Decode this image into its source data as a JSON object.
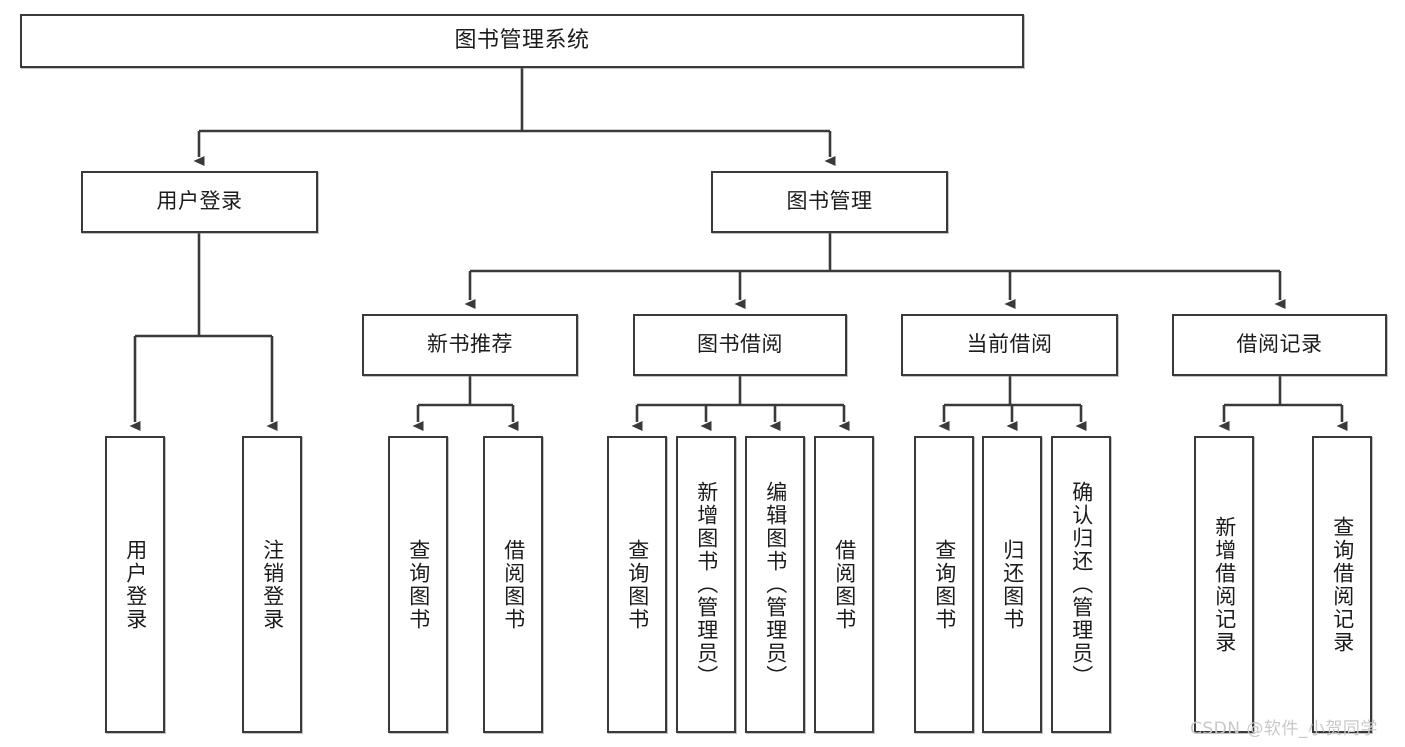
{
  "diagram": {
    "title": "图书管理系统",
    "watermark": "CSDN @软件_小贺同学",
    "stroke_color": "#3a3a3a",
    "background_color": "#ffffff",
    "text_color": "#1c1c1c",
    "watermark_color": "#c9c9c9"
  },
  "nodes": {
    "root": {
      "label": "图书管理系统"
    },
    "level1": [
      {
        "label": "用户登录"
      },
      {
        "label": "图书管理"
      }
    ],
    "level2": [
      {
        "label": "新书推荐"
      },
      {
        "label": "图书借阅"
      },
      {
        "label": "当前借阅"
      },
      {
        "label": "借阅记录"
      }
    ],
    "leaves_user_login": [
      {
        "label": "用户登录"
      },
      {
        "label": "注销登录"
      }
    ],
    "leaves_new_book": [
      {
        "label": "查询图书"
      },
      {
        "label": "借阅图书"
      }
    ],
    "leaves_borrow": [
      {
        "label": "查询图书"
      },
      {
        "label": "新增图书（管理员）"
      },
      {
        "label": "编辑图书（管理员）"
      },
      {
        "label": "借阅图书"
      }
    ],
    "leaves_current": [
      {
        "label": "查询图书"
      },
      {
        "label": "归还图书"
      },
      {
        "label": "确认归还（管理员）"
      }
    ],
    "leaves_record": [
      {
        "label": "新增借阅记录"
      },
      {
        "label": "查询借阅记录"
      }
    ]
  }
}
